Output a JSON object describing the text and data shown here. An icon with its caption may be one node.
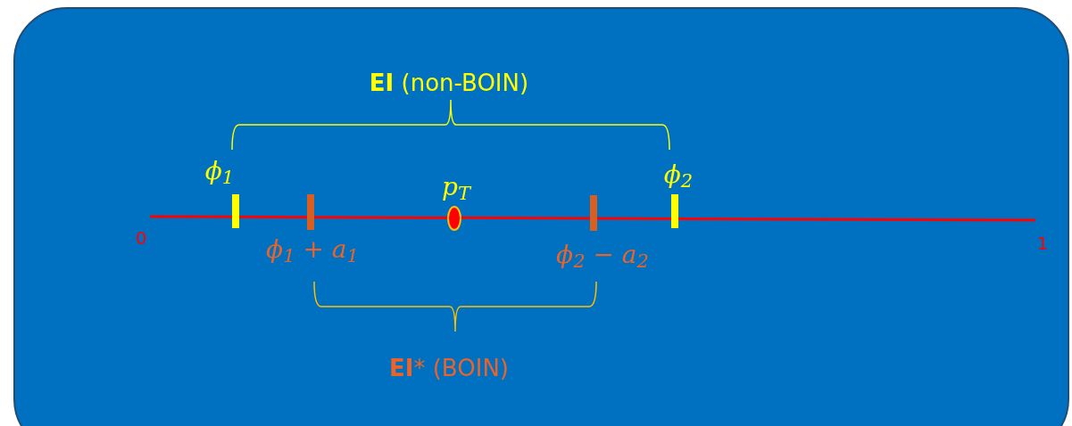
{
  "diagram": {
    "labels": [
      "**EI** (non-BOIN)",
      "ϕ$_{1}$",
      "p$_{T}$",
      "ϕ$_{2}$",
      "0",
      "ϕ$_{1}$ + a$_{1}$",
      "ϕ$_{2}$ − a$_{2}$",
      "1",
      "**EI*** (BOIN)"
    ]
  }
}
